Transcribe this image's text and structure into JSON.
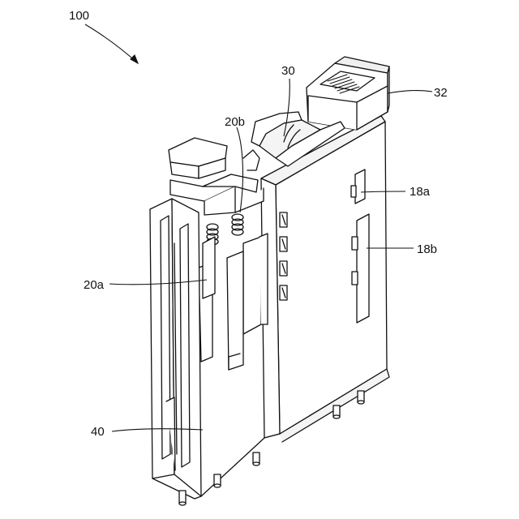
{
  "figure": {
    "labels": {
      "assembly": "100",
      "latch_lever": "30",
      "connector_head": "32",
      "spring_b": "20b",
      "window_a": "18a",
      "window_b": "18b",
      "spring_a": "20a",
      "housing_body": "40"
    },
    "colors": {
      "line": "#111111",
      "paper": "#ffffff",
      "shade": "#e6e6e6"
    }
  }
}
